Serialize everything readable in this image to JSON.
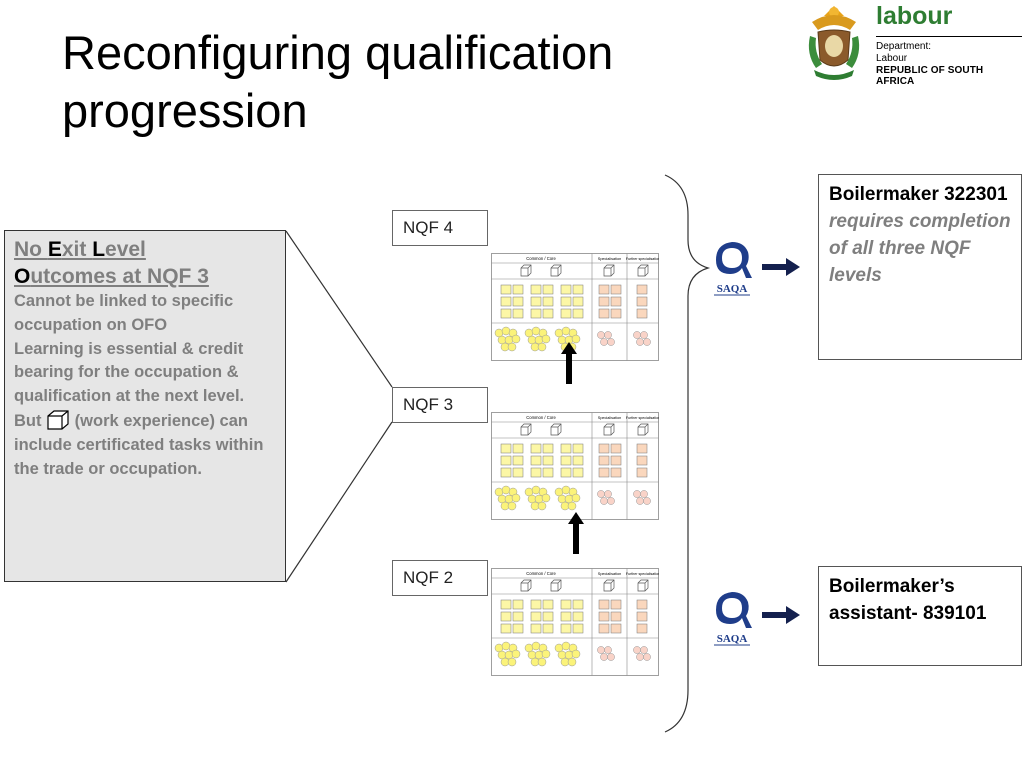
{
  "title": "Reconfiguring qualification progression",
  "logo": {
    "word": "labour",
    "department_line1": "Department:",
    "department_line2": "Labour",
    "country": "REPUBLIC OF SOUTH AFRICA"
  },
  "noel": {
    "title_prefix1": "No ",
    "title_k1": "E",
    "title_rest1": "xit ",
    "title_k2": "L",
    "title_rest2": "evel",
    "title_k3": "O",
    "title_rest3": "utcomes at NQF 3",
    "para1": "Cannot be linked to specific occupation on OFO",
    "para2": "Learning is essential & credit bearing for the occupation & qualification at the next level.",
    "para3_before": "But ",
    "para3_after": " (work experience) can include certificated tasks within the trade or occupation."
  },
  "levels": [
    {
      "label": "NQF 4"
    },
    {
      "label": "NQF 3"
    },
    {
      "label": "NQF 2"
    }
  ],
  "card_headers": {
    "core": "Common / Core",
    "spec": "Specialisation",
    "further": "Further specialisation"
  },
  "saqa_label": "SAQA",
  "outcomes": [
    {
      "title": "Boilermaker 322301",
      "desc": "requires completion of all three NQF levels"
    },
    {
      "title": "Boilermaker’s assistant- 839101"
    }
  ],
  "colors": {
    "yellow_box": "#fcf7a6",
    "yellow_circle": "#fbf37a",
    "peach": "#fad7bd",
    "pink_circle": "#f9d3c8",
    "saqa_blue": "#1f3d8a",
    "navy_arrow": "#14204e",
    "logo_green": "#2e7d32"
  }
}
